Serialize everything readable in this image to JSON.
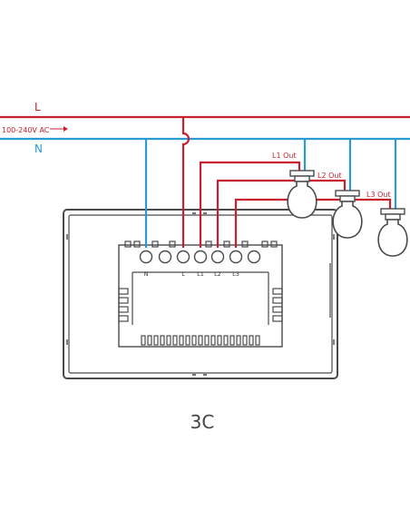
{
  "lines": {
    "live": "L",
    "neutral": "N",
    "voltage": "100-240V AC"
  },
  "terminals": {
    "n": "N",
    "l": "L",
    "l1": "L1",
    "l2": "L2",
    "l3": "L3"
  },
  "outputs": {
    "l1": "L1 Out",
    "l2": "L2 Out",
    "l3": "L3 Out"
  },
  "caption": "3C",
  "colors": {
    "live": "#c8202f",
    "neutral": "#2a9ad6",
    "outline": "#4a4a4a"
  }
}
